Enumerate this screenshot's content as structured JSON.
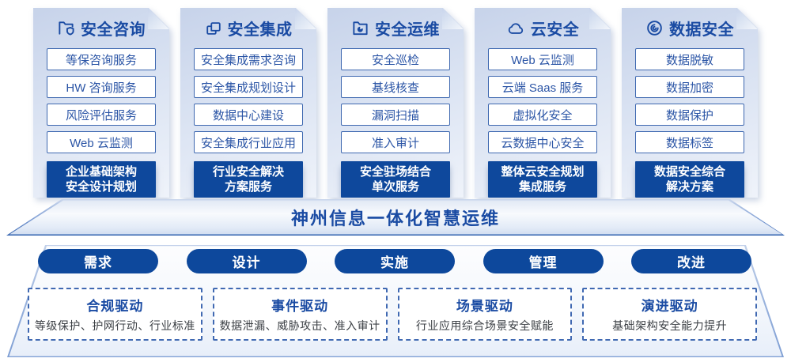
{
  "banner": {
    "title": "神州信息一体化智慧运维"
  },
  "columns": [
    {
      "icon": "folder-shield-icon",
      "title": "安全咨询",
      "items": [
        "等保咨询服务",
        "HW 咨询服务",
        "风险评估服务",
        "Web 云监测"
      ],
      "footer": [
        "企业基础架构",
        "安全设计规划"
      ]
    },
    {
      "icon": "copy-docs-icon",
      "title": "安全集成",
      "items": [
        "安全集成需求咨询",
        "安全集成规划设计",
        "数据中心建设",
        "安全集成行业应用"
      ],
      "footer": [
        "行业安全解决",
        "方案服务"
      ]
    },
    {
      "icon": "folder-clock-icon",
      "title": "安全运维",
      "items": [
        "安全巡检",
        "基线核查",
        "漏洞扫描",
        "准入审计"
      ],
      "footer": [
        "安全驻场结合",
        "单次服务"
      ]
    },
    {
      "icon": "cloud-icon",
      "title": "云安全",
      "items": [
        "Web 云监测",
        "云端 Saas 服务",
        "虚拟化安全",
        "云数据中心安全"
      ],
      "footer": [
        "整体云安全规划",
        "集成服务"
      ]
    },
    {
      "icon": "fingerprint-icon",
      "title": "数据安全",
      "items": [
        "数据脱敏",
        "数据加密",
        "数据保护",
        "数据标签"
      ],
      "footer": [
        "数据安全综合",
        "解决方案"
      ]
    }
  ],
  "pills": [
    "需求",
    "设计",
    "实施",
    "管理",
    "改进"
  ],
  "drivers": [
    {
      "title": "合规驱动",
      "desc": "等级保护、护网行动、行业标准"
    },
    {
      "title": "事件驱动",
      "desc": "数据泄漏、威胁攻击、准入审计"
    },
    {
      "title": "场景驱动",
      "desc": "行业应用综合场景安全赋能"
    },
    {
      "title": "演进驱动",
      "desc": "基础架构安全能力提升"
    }
  ],
  "colors": {
    "primary_blue": "#0e489c",
    "title_blue": "#1a4ba3",
    "item_border_blue": "#3e68b0",
    "card_gradient_top": "#c7d3ea",
    "card_gradient_bottom": "#eff3fa",
    "dashed_border_blue": "#4069b2"
  }
}
